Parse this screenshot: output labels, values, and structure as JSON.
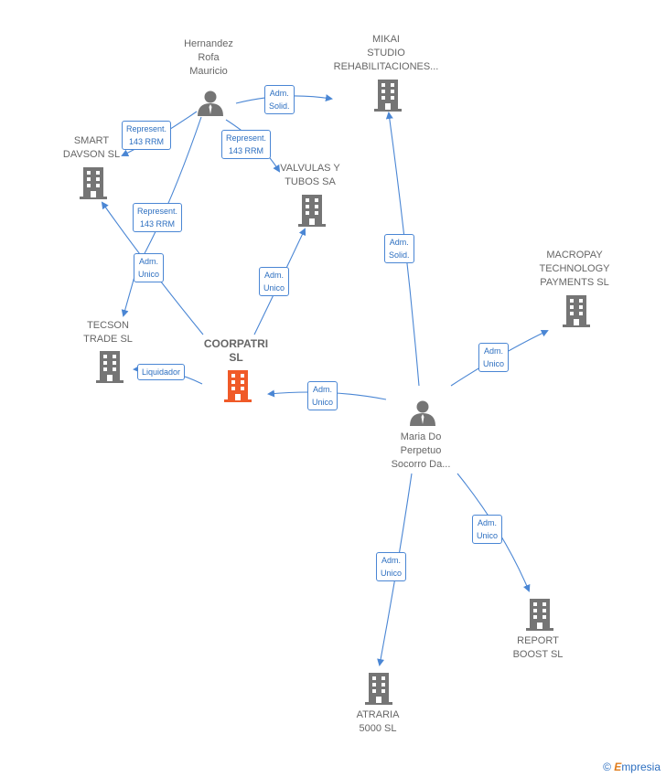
{
  "nodes": {
    "hernandez": {
      "label": "Hernandez\nRofa\nMauricio",
      "kind": "person"
    },
    "mikai": {
      "label": "MIKAI\nSTUDIO\nREHABILITACIONES...",
      "kind": "company"
    },
    "smart": {
      "label": "SMART\nDAVSON  SL",
      "kind": "company"
    },
    "valvulas": {
      "label": "VALVULAS Y\nTUBOS SA",
      "kind": "company"
    },
    "macropay": {
      "label": "MACROPAY\nTECHNOLOGY\nPAYMENTS  SL",
      "kind": "company"
    },
    "tecson": {
      "label": "TECSON\nTRADE  SL",
      "kind": "company"
    },
    "coorpatri": {
      "label": "COORPATRI\nSL",
      "kind": "company-main"
    },
    "maria": {
      "label": "Maria Do\nPerpetuo\nSocorro Da...",
      "kind": "person"
    },
    "report": {
      "label": "REPORT\nBOOST  SL",
      "kind": "company"
    },
    "atraria": {
      "label": "ATRARIA\n5000  SL",
      "kind": "company"
    }
  },
  "edges": {
    "e1": "Adm.\nSolid.",
    "e2": "Represent.\n143 RRM",
    "e3": "Represent.\n143 RRM",
    "e4": "Represent.\n143 RRM",
    "e5": "Adm.\nUnico",
    "e6": "Adm.\nUnico",
    "e7": "Liquidador",
    "e8": "Adm.\nUnico",
    "e9": "Adm.\nSolid.",
    "e10": "Adm.\nUnico",
    "e11": "Adm.\nUnico",
    "e12": "Adm.\nUnico"
  },
  "colors": {
    "link": "#4a86d4",
    "company": "#757575",
    "main_company": "#f05a28",
    "person": "#757575"
  },
  "footer": {
    "copyright": "©",
    "brand_initial": "E",
    "brand_rest": "mpresia"
  }
}
